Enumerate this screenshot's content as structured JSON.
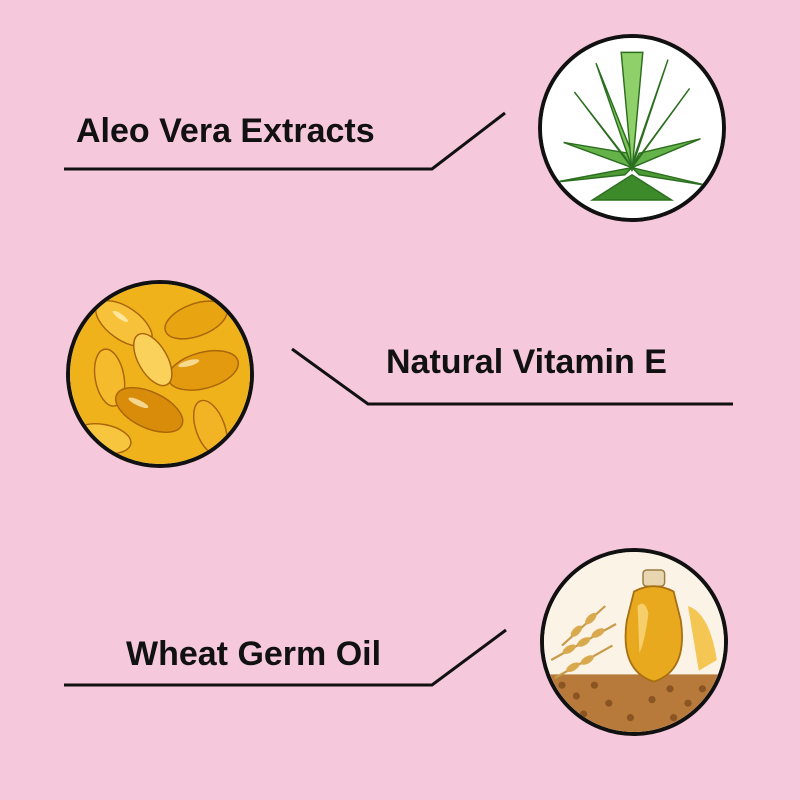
{
  "background_color": "#f6c8dc",
  "features": [
    {
      "label": "Aleo Vera Extracts",
      "icon": "aloe-vera-photo",
      "accent": "#3f9a2e"
    },
    {
      "label": "Natural Vitamin E",
      "icon": "vitamin-e-capsules-photo",
      "accent": "#e6a20e"
    },
    {
      "label": "Wheat Germ Oil",
      "icon": "wheat-germ-oil-photo",
      "accent": "#c48a2c"
    }
  ]
}
